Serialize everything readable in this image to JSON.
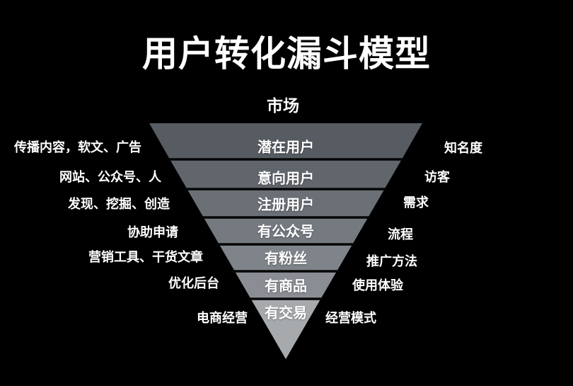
{
  "title": "用户转化漏斗模型",
  "market_label": "市场",
  "funnel_levels": [
    {
      "stage": "潜在用户",
      "left_note": "传播内容，软文、广告",
      "right_note": "知名度"
    },
    {
      "stage": "意向用户",
      "left_note": "网站、公众号、人",
      "right_note": "访客"
    },
    {
      "stage": "注册用户",
      "left_note": "发现、挖掘、创造",
      "right_note": "需求"
    },
    {
      "stage": "有公众号",
      "left_note": "协助申请",
      "right_note": "流程"
    },
    {
      "stage": "有粉丝",
      "left_note": "营销工具、干货文章",
      "right_note": "推广方法"
    },
    {
      "stage": "有商品",
      "left_note": "优化后台",
      "right_note": "使用体验"
    },
    {
      "stage": "有交易",
      "left_note": "电商经营",
      "right_note": "经营模式"
    }
  ],
  "colors": {
    "background": "#000000",
    "text": "#ffffff",
    "separator": "#060606",
    "bands": [
      "#575c63",
      "#61666d",
      "#6b7077",
      "#757a81",
      "#7f848b",
      "#8a8e94",
      "#a7aaac"
    ]
  }
}
